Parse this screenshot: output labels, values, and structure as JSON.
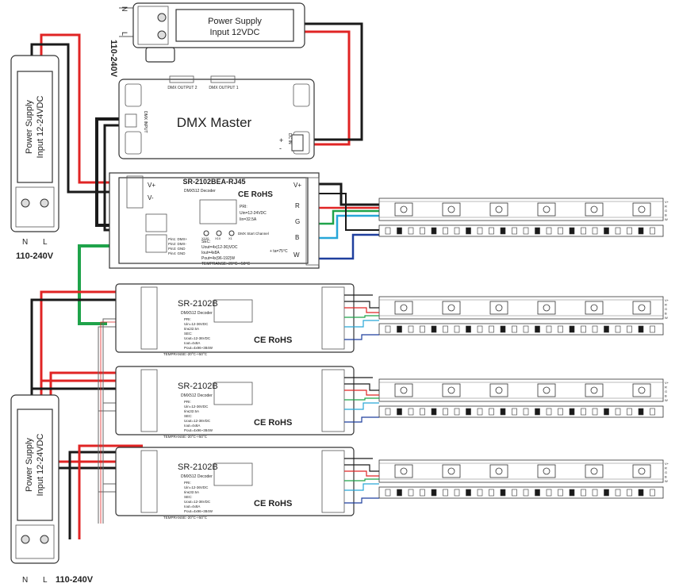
{
  "colors": {
    "red": "#e02424",
    "black": "#1a1a1a",
    "green": "#1fa34a",
    "blue": "#1f3f9e",
    "cyan": "#27a6d8",
    "outline": "#333333"
  },
  "power_top": {
    "title": "Power Supply",
    "subtitle": "Input 12VDC",
    "voltage": "110-240V"
  },
  "power_left": {
    "title": "Power Supply",
    "subtitle": "Input 12-24VDC",
    "voltage": "110-240V"
  },
  "power_bottom": {
    "title": "Power Supply",
    "subtitle": "Input 12-24VDC",
    "voltage": "110-240V"
  },
  "dmx_master": {
    "title": "DMX Master",
    "output2": "DMX OUTPUT 2",
    "output1": "DMX OUTPUT 1",
    "dmx_input": "DMX INPUT",
    "dc_in": "DC IN",
    "plus": "+",
    "minus": "-"
  },
  "main_decoder": {
    "model": "SR-2102BEA-RJ45",
    "subtitle": "DMX512 Decoder",
    "cert": "CE RoHS",
    "pri": "PRI:",
    "uin": "Uin=12-24VDC",
    "iin": "Iin=32.5A",
    "sec": "SEC:",
    "uout": "Uout=4x(12-36)VDC",
    "iout": "Iout=4x8A",
    "pout": "Pout=4x(96-192)W",
    "temp": "TEMPRANSE:-20°C-+50°C",
    "dmx_start": "DMX Start Channel",
    "ta": "+ ta=75°C",
    "pins": [
      "Pin1: DMX+",
      "Pin2: DMX-",
      "Pin3: GND",
      "Pin4: GND"
    ],
    "power_terminals": [
      "V+",
      "V-"
    ],
    "output_terminals": [
      "V+",
      "R",
      "G",
      "B",
      "W"
    ],
    "dip_labels": [
      "X100",
      "X10",
      "X1"
    ]
  },
  "decoders": [
    {
      "model": "SR-2102B",
      "subtitle": "DMX512 Decoder",
      "cert": "CE RoHS",
      "specs": [
        "PRI:",
        "Uin=12-36VDC",
        "Iin≤32.5A",
        "SEC:",
        "Uout=12-36VDC",
        "Iout=4x8A",
        "Pout=4x96~384W",
        "TEMPRANSE:-20°C-+50°C"
      ]
    },
    {
      "model": "SR-2102B",
      "subtitle": "DMX512 Decoder",
      "cert": "CE RoHS",
      "specs": [
        "PRI:",
        "Uin=12-36VDC",
        "Iin≤32.5A",
        "SEC:",
        "Uout=12-36VDC",
        "Iout=4x8A",
        "Pout=4x96~384W",
        "TEMPRANSE:-20°C-+50°C"
      ]
    },
    {
      "model": "SR-2102B",
      "subtitle": "DMX512 Decoder",
      "cert": "CE RoHS",
      "specs": [
        "PRI:",
        "Uin=12-36VDC",
        "Iin≤32.5A",
        "SEC:",
        "Uout=12-36VDC",
        "Iout=4x8A",
        "Pout=4x96~384W",
        "TEMPRANSE:-20°C-+50°C"
      ]
    }
  ],
  "strip_terminal_labels": [
    "V+",
    "R",
    "G",
    "B",
    "W"
  ],
  "mains_symbols": [
    "N",
    "L"
  ]
}
